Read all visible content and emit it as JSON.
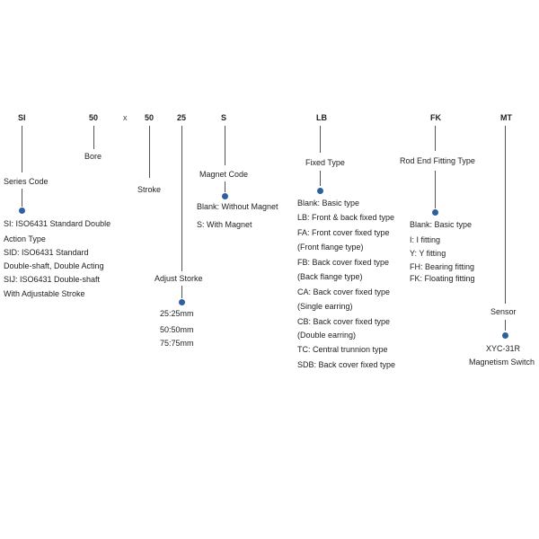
{
  "codes": {
    "series": "SI",
    "bore": "50",
    "times": "x",
    "stroke": "50",
    "adjust": "25",
    "magnet": "S",
    "fixed": "LB",
    "rodend": "FK",
    "sensor": "MT"
  },
  "labels": {
    "series": "Series Code",
    "bore": "Bore",
    "stroke": "Stroke",
    "adjust": "Adjust Storke",
    "magnet": "Magnet Code",
    "fixed": "Fixed Type",
    "rodend": "Rod End Fitting   Type",
    "sensor": "Sensor"
  },
  "series_options": [
    "SI: ISO6431 Standard Double",
    "Action Type",
    "SID: ISO6431 Standard",
    "Double-shaft, Double Acting",
    "SIJ: ISO6431 Double-shaft",
    "With Adjustable Stroke"
  ],
  "adjust_options": [
    "25:25mm",
    "50:50mm",
    "75:75mm"
  ],
  "magnet_options": [
    "Blank: Without Magnet",
    "S: With Magnet"
  ],
  "fixed_options": [
    "Blank: Basic type",
    "LB: Front & back fixed type",
    "FA: Front cover fixed type",
    "(Front flange type)",
    "FB: Back cover fixed type",
    "(Back flange type)",
    "CA: Back cover fixed type",
    "(Single earring)",
    "CB: Back cover fixed type",
    "(Double earring)",
    "TC: Central trunnion type",
    "SDB: Back cover fixed type"
  ],
  "rodend_options": [
    "Blank: Basic type",
    "I: I fitting",
    "Y: Y fitting",
    "FH: Bearing fitting",
    "FK: Floating fitting"
  ],
  "sensor_options": [
    "XYC-31R",
    "Magnetism Switch"
  ],
  "colors": {
    "dot": "#2e5f9f",
    "line": "#555555",
    "text": "#222222"
  }
}
